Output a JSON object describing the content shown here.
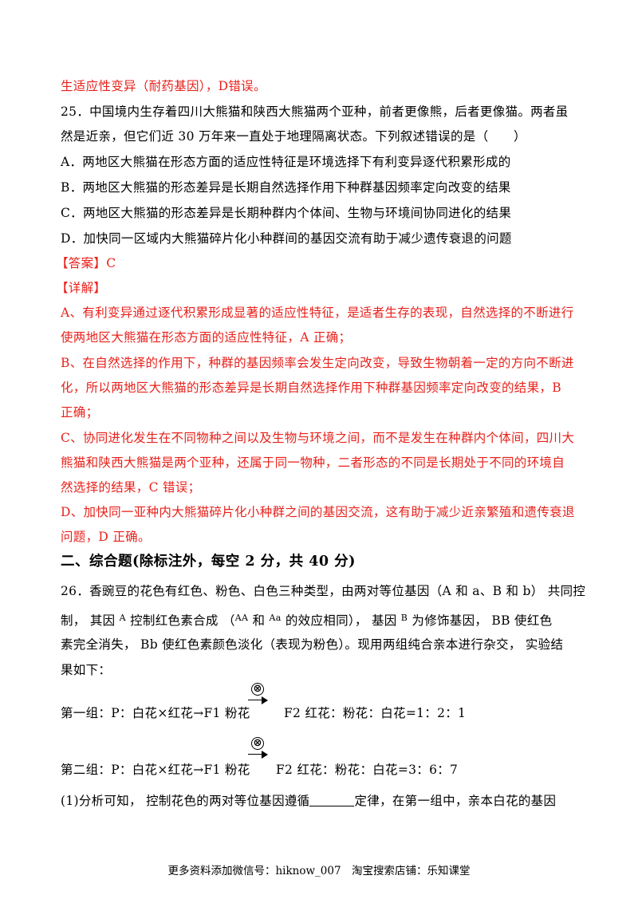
{
  "prev_tail": "生适应性变异（耐药基因），D错误。",
  "q25": {
    "stem_line1": "25．中国境内生存着四川大熊猫和陕西大熊猫两个亚种，前者更像熊，后者更像猫。两者虽",
    "stem_line2": "然是近亲，但它们近 30 万年来一直处于地理隔离状态。下列叙述错误的是（　　）",
    "option_a": "A．两地区大熊猫在形态方面的适应性特征是环境选择下有利变异逐代积累形成的",
    "option_b": "B．两地区大熊猫的形态差异是长期自然选择作用下种群基因频率定向改变的结果",
    "option_c": "C．两地区大熊猫的形态差异是长期种群内个体间、生物与环境间协同进化的结果",
    "option_d": "D．加快同一区域内大熊猫碎片化小种群间的基因交流有助于减少遗传衰退的问题",
    "answer": "【答案】C",
    "explain_title": "【详解】",
    "explain_lines": [
      "A、有利变异通过逐代积累形成显著的适应性特征，是适者生存的表现，自然选择的不断进行",
      "使两地区大熊猫在形态方面的适应性特征，A 正确；",
      "B、在自然选择的作用下，种群的基因频率会发生定向改变，导致生物朝着一定的方向不断进",
      "化，所以两地区大熊猫的形态差异是长期自然选择作用下种群基因频率定向改变的结果，B",
      "正确；",
      "C、协同进化发生在不同物种之间以及生物与环境之间，而不是发生在种群内个体间，四川大",
      "熊猫和陕西大熊猫是两个亚种，还属于同一物种，二者形态的不同是长期处于不同的环境自",
      "然选择的结果，C 错误；",
      "D、加快同一亚种内大熊猫碎片化小种群之间的基因交流，这有助于减少近亲繁殖和遗传衰退",
      "问题，D 正确。"
    ]
  },
  "section_title": "二、综合题(除标注外，每空 2 分，共 40 分)",
  "q26": {
    "line1": "26．香豌豆的花色有红色、粉色、白色三种类型，由两对等位基因（A 和 a、B 和  b）  共同控",
    "line2_a": "制，  其因  ",
    "line2_b": "A",
    "line2_c": " 控制红色素合成  （",
    "line2_d": "AA",
    "line2_e": " 和 ",
    "line2_f": "Aa",
    "line2_g": " 的效应相同），  基因 ",
    "line2_h": "B",
    "line2_i": " 为修饰基因，  BB 使红色",
    "line3": "素完全消失，  Bb 使红色素颜色淡化（表现为粉色）。现用两组纯合亲本进行杂交，  实验结",
    "line4": "果如下：",
    "self_symbol": "⊗",
    "group1_left": "第一组：P：白花×红花→F1 粉花",
    "group1_right": "F2 红花：粉花：白花=1：2：1",
    "group2_left": "第二组：P：白花×红花→F1 粉花",
    "group2_right": "F2 红花：粉花：白花=3：6：7",
    "sub1_a": "(1)分析可知，  控制花色的两对等位基因遵循",
    "sub1_b": "定律，在第一组中，亲本白花的基因"
  },
  "footer": "更多资料添加微信号：hiknow_007　淘宝搜索店铺：乐知课堂"
}
